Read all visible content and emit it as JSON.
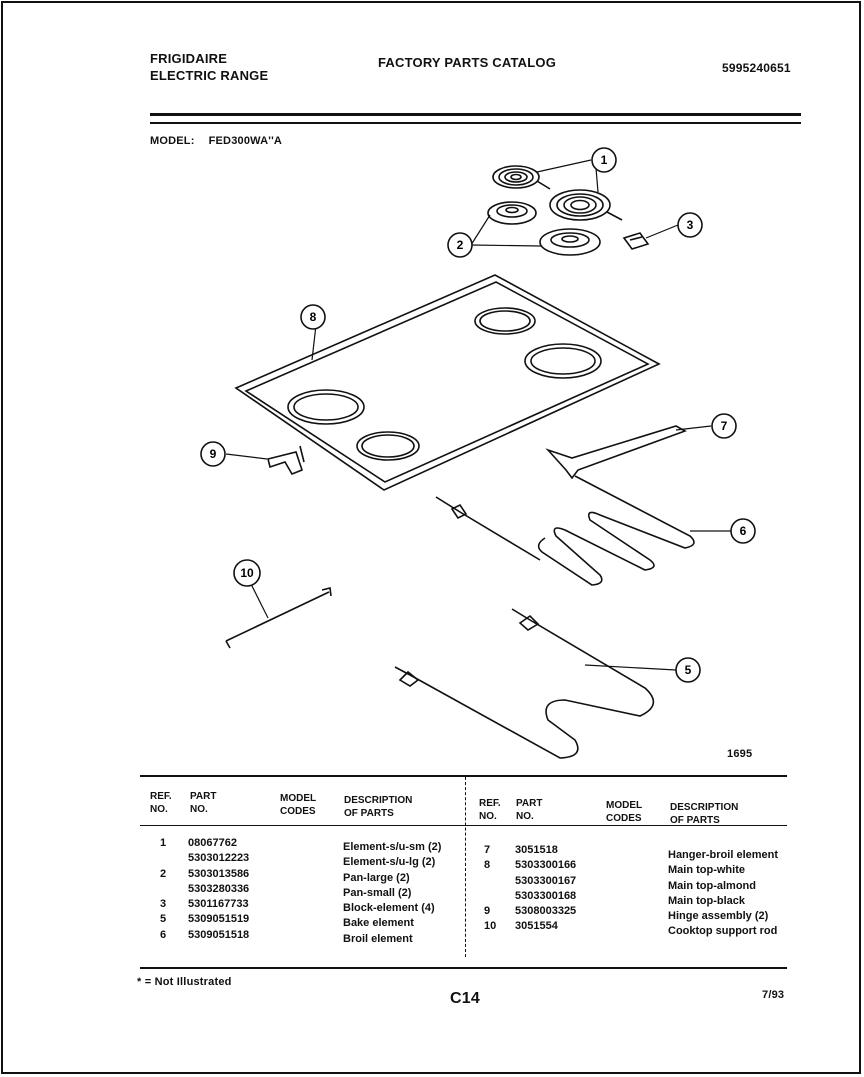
{
  "header": {
    "brand_line1": "FRIGIDAIRE",
    "brand_line2": "ELECTRIC RANGE",
    "catalog_title": "FACTORY PARTS CATALOG",
    "catalog_number": "5995240651"
  },
  "model": {
    "label": "MODEL:",
    "value": "FED300WA''A"
  },
  "diagram": {
    "callouts": [
      "1",
      "2",
      "3",
      "6",
      "5",
      "7",
      "8",
      "9",
      "10"
    ],
    "drawing_number": "1695"
  },
  "table": {
    "headers": {
      "ref": "REF.\nNO.",
      "part": "PART\nNO.",
      "codes": "MODEL\nCODES",
      "desc": "DESCRIPTION\nOF PARTS"
    },
    "left": {
      "refs": [
        "1",
        "",
        "2",
        "",
        "3",
        "5",
        "6"
      ],
      "parts": [
        "08067762",
        "5303012223",
        "5303013586",
        "5303280336",
        "5301167733",
        "5309051519",
        "5309051518"
      ],
      "descriptions": [
        "Element-s/u-sm (2)",
        "Element-s/u-lg (2)",
        "Pan-large (2)",
        "Pan-small (2)",
        "Block-element (4)",
        "Bake element",
        "Broil element"
      ]
    },
    "right": {
      "refs": [
        "7",
        "8",
        "",
        "",
        "9",
        "10"
      ],
      "parts": [
        "3051518",
        "5303300166",
        "5303300167",
        "5303300168",
        "5308003325",
        "3051554"
      ],
      "descriptions": [
        "Hanger-broil element",
        "Main top-white",
        "Main top-almond",
        "Main top-black",
        "Hinge assembly (2)",
        "Cooktop support rod"
      ]
    }
  },
  "footer": {
    "note": "* = Not Illustrated",
    "page_id": "C14",
    "date": "7/93"
  }
}
